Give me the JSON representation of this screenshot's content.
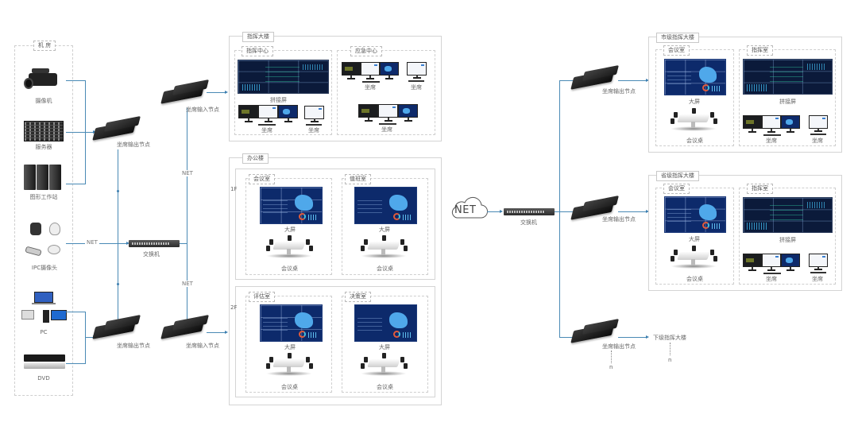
{
  "diagram": {
    "machine_room": {
      "title": "机 房",
      "devices": [
        {
          "label": "摄像机",
          "icon": "video-camera-icon"
        },
        {
          "label": "服务器",
          "icon": "server-icon"
        },
        {
          "label": "图形工作站",
          "icon": "workstation-icon"
        },
        {
          "label": "IPC摄像头",
          "icon": "ip-camera-icon"
        },
        {
          "label": "PC",
          "icon": "pc-icon"
        },
        {
          "label": "DVD",
          "icon": "dvd-player-icon"
        }
      ]
    },
    "nodes": {
      "output_node_label": "坐席输出节点",
      "input_node_label": "坐席输入节点",
      "switch_label": "交换机"
    },
    "net_label": "NET",
    "cloud_label": "NET",
    "building_command": {
      "title": "指挥大楼",
      "rooms": [
        {
          "title": "指挥中心",
          "items": [
            "拼接屏",
            "坐席",
            "坐席"
          ]
        },
        {
          "title": "应急中心",
          "items": [
            "坐席",
            "坐席",
            "坐席"
          ]
        }
      ]
    },
    "building_office": {
      "title": "办公楼",
      "floors": [
        {
          "label": "1F",
          "rooms": [
            {
              "title": "会议室",
              "screen": "大屏",
              "table": "会议桌"
            },
            {
              "title": "值班室",
              "screen": "大屏",
              "table": "会议桌"
            }
          ]
        },
        {
          "label": "2F",
          "rooms": [
            {
              "title": "评估室",
              "screen": "大屏",
              "table": "会议桌"
            },
            {
              "title": "决策室",
              "screen": "大屏",
              "table": "会议桌"
            }
          ]
        }
      ]
    },
    "building_city": {
      "title": "市级指挥大楼",
      "rooms": [
        {
          "title": "会议室",
          "screen": "大屏",
          "table": "会议桌"
        },
        {
          "title": "指挥室",
          "screen": "拼接屏",
          "seats": [
            "坐席",
            "坐席"
          ]
        }
      ]
    },
    "building_province": {
      "title": "省级指挥大楼",
      "rooms": [
        {
          "title": "会议室",
          "screen": "大屏",
          "table": "会议桌"
        },
        {
          "title": "指挥室",
          "screen": "拼接屏",
          "seats": [
            "坐席",
            "坐席"
          ]
        }
      ]
    },
    "lower_building": {
      "title": "下级指挥大楼",
      "ellipsis": "n"
    },
    "colors": {
      "connector": "#4a8ab5",
      "border": "#d4d4d4",
      "screen_bg": "#0d2a6b"
    }
  }
}
